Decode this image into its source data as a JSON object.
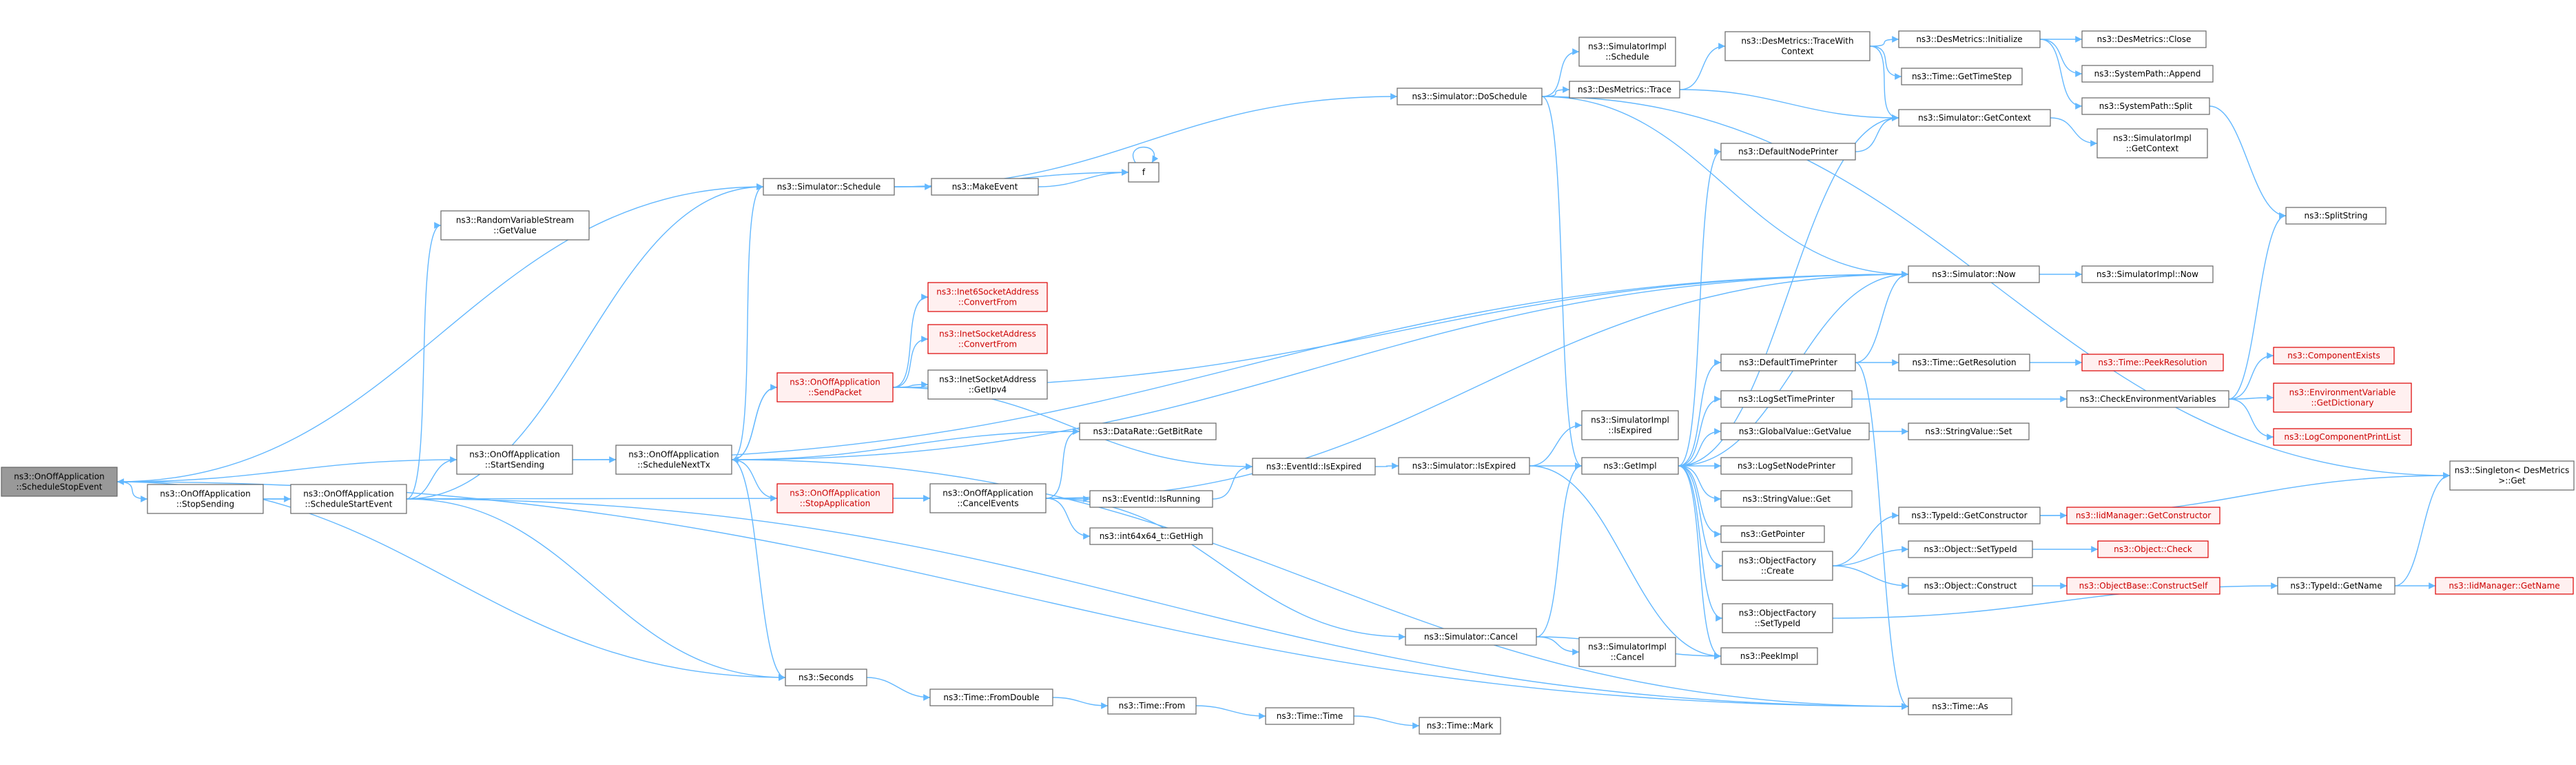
{
  "nodes": [
    {
      "id": "root",
      "lines": [
        "ns3::OnOffApplication",
        "::ScheduleStopEvent"
      ]
    },
    {
      "id": "stopSending",
      "lines": [
        "ns3::OnOffApplication",
        "::StopSending"
      ]
    },
    {
      "id": "scheduleStart",
      "lines": [
        "ns3::OnOffApplication",
        "::ScheduleStartEvent"
      ]
    },
    {
      "id": "rvsGetValue",
      "lines": [
        "ns3::RandomVariableStream",
        "::GetValue"
      ]
    },
    {
      "id": "startSending",
      "lines": [
        "ns3::OnOffApplication",
        "::StartSending"
      ]
    },
    {
      "id": "scheduleNextTx",
      "lines": [
        "ns3::OnOffApplication",
        "::ScheduleNextTx"
      ]
    },
    {
      "id": "sendPacket",
      "lines": [
        "ns3::OnOffApplication",
        "::SendPacket"
      ],
      "red": true
    },
    {
      "id": "stopApplication",
      "lines": [
        "ns3::OnOffApplication",
        "::StopApplication"
      ],
      "red": true
    },
    {
      "id": "cancelEvents",
      "lines": [
        "ns3::OnOffApplication",
        "::CancelEvents"
      ]
    },
    {
      "id": "inet6",
      "lines": [
        "ns3::Inet6SocketAddress",
        "::ConvertFrom"
      ],
      "red": true
    },
    {
      "id": "inetConv",
      "lines": [
        "ns3::InetSocketAddress",
        "::ConvertFrom"
      ],
      "red": true
    },
    {
      "id": "inetIpv4",
      "lines": [
        "ns3::InetSocketAddress",
        "::GetIpv4"
      ]
    },
    {
      "id": "dataRate",
      "lines": [
        "ns3::DataRate::GetBitRate"
      ]
    },
    {
      "id": "eventIsRunning",
      "lines": [
        "ns3::EventId::IsRunning"
      ]
    },
    {
      "id": "int64High",
      "lines": [
        "ns3::int64x64_t::GetHigh"
      ]
    },
    {
      "id": "eventIsExpired",
      "lines": [
        "ns3::EventId::IsExpired"
      ]
    },
    {
      "id": "simSchedule",
      "lines": [
        "ns3::Simulator::Schedule"
      ]
    },
    {
      "id": "makeEvent",
      "lines": [
        "ns3::MakeEvent"
      ]
    },
    {
      "id": "f",
      "lines": [
        "f"
      ]
    },
    {
      "id": "seconds",
      "lines": [
        "ns3::Seconds"
      ]
    },
    {
      "id": "fromDouble",
      "lines": [
        "ns3::Time::FromDouble"
      ]
    },
    {
      "id": "timeFrom",
      "lines": [
        "ns3::Time::From"
      ]
    },
    {
      "id": "timeTime",
      "lines": [
        "ns3::Time::Time"
      ]
    },
    {
      "id": "timeMark",
      "lines": [
        "ns3::Time::Mark"
      ]
    },
    {
      "id": "simDoSchedule",
      "lines": [
        "ns3::Simulator::DoSchedule"
      ]
    },
    {
      "id": "simIsExpired",
      "lines": [
        "ns3::Simulator::IsExpired"
      ]
    },
    {
      "id": "simCancel",
      "lines": [
        "ns3::Simulator::Cancel"
      ]
    },
    {
      "id": "implSchedule",
      "lines": [
        "ns3::SimulatorImpl",
        "::Schedule"
      ]
    },
    {
      "id": "desTrace",
      "lines": [
        "ns3::DesMetrics::Trace"
      ]
    },
    {
      "id": "implIsExpired",
      "lines": [
        "ns3::SimulatorImpl",
        "::IsExpired"
      ]
    },
    {
      "id": "getImpl",
      "lines": [
        "ns3::GetImpl"
      ]
    },
    {
      "id": "implCancel",
      "lines": [
        "ns3::SimulatorImpl",
        "::Cancel"
      ]
    },
    {
      "id": "desTraceWith",
      "lines": [
        "ns3::DesMetrics::TraceWith",
        "Context"
      ]
    },
    {
      "id": "timeStep",
      "lines": [
        "ns3::Time::GetTimeStep"
      ]
    },
    {
      "id": "simGetContext",
      "lines": [
        "ns3::Simulator::GetContext"
      ]
    },
    {
      "id": "defNodePrinter",
      "lines": [
        "ns3::DefaultNodePrinter"
      ]
    },
    {
      "id": "simNow",
      "lines": [
        "ns3::Simulator::Now"
      ]
    },
    {
      "id": "defTimePrinter",
      "lines": [
        "ns3::DefaultTimePrinter"
      ]
    },
    {
      "id": "logSetTime",
      "lines": [
        "ns3::LogSetTimePrinter"
      ]
    },
    {
      "id": "globalGetValue",
      "lines": [
        "ns3::GlobalValue::GetValue"
      ]
    },
    {
      "id": "logSetNode",
      "lines": [
        "ns3::LogSetNodePrinter"
      ]
    },
    {
      "id": "stringGet",
      "lines": [
        "ns3::StringValue::Get"
      ]
    },
    {
      "id": "getPointer",
      "lines": [
        "ns3::GetPointer"
      ]
    },
    {
      "id": "ofCreate",
      "lines": [
        "ns3::ObjectFactory",
        "::Create"
      ]
    },
    {
      "id": "ofSetTypeId",
      "lines": [
        "ns3::ObjectFactory",
        "::SetTypeId"
      ]
    },
    {
      "id": "peekImpl",
      "lines": [
        "ns3::PeekImpl"
      ]
    },
    {
      "id": "timeAs",
      "lines": [
        "ns3::Time::As"
      ]
    },
    {
      "id": "desInit",
      "lines": [
        "ns3::DesMetrics::Initialize"
      ]
    },
    {
      "id": "desClose",
      "lines": [
        "ns3::DesMetrics::Close"
      ]
    },
    {
      "id": "pathAppend",
      "lines": [
        "ns3::SystemPath::Append"
      ]
    },
    {
      "id": "pathSplit",
      "lines": [
        "ns3::SystemPath::Split"
      ]
    },
    {
      "id": "implGetContext",
      "lines": [
        "ns3::SimulatorImpl",
        "::GetContext"
      ]
    },
    {
      "id": "splitString",
      "lines": [
        "ns3::SplitString"
      ]
    },
    {
      "id": "implNow",
      "lines": [
        "ns3::SimulatorImpl::Now"
      ]
    },
    {
      "id": "getResolution",
      "lines": [
        "ns3::Time::GetResolution"
      ]
    },
    {
      "id": "peekResolution",
      "lines": [
        "ns3::Time::PeekResolution"
      ],
      "red": true
    },
    {
      "id": "checkEnv",
      "lines": [
        "ns3::CheckEnvironmentVariables"
      ]
    },
    {
      "id": "compExists",
      "lines": [
        "ns3::ComponentExists"
      ],
      "red": true
    },
    {
      "id": "envDict",
      "lines": [
        "ns3::EnvironmentVariable",
        "::GetDictionary"
      ],
      "red": true
    },
    {
      "id": "logCompList",
      "lines": [
        "ns3::LogComponentPrintList"
      ],
      "red": true
    },
    {
      "id": "stringSet",
      "lines": [
        "ns3::StringValue::Set"
      ]
    },
    {
      "id": "typeIdGetCtor",
      "lines": [
        "ns3::TypeId::GetConstructor"
      ]
    },
    {
      "id": "iidGetCtor",
      "lines": [
        "ns3::IidManager::GetConstructor"
      ],
      "red": true
    },
    {
      "id": "objSetTypeId",
      "lines": [
        "ns3::Object::SetTypeId"
      ]
    },
    {
      "id": "objCheck",
      "lines": [
        "ns3::Object::Check"
      ],
      "red": true
    },
    {
      "id": "objConstruct",
      "lines": [
        "ns3::Object::Construct"
      ]
    },
    {
      "id": "constructSelf",
      "lines": [
        "ns3::ObjectBase::ConstructSelf"
      ],
      "red": true
    },
    {
      "id": "typeIdGetName",
      "lines": [
        "ns3::TypeId::GetName"
      ]
    },
    {
      "id": "iidGetName",
      "lines": [
        "ns3::IidManager::GetName"
      ],
      "red": true
    },
    {
      "id": "singletonGet",
      "lines": [
        "ns3::Singleton< DesMetrics",
        ">::Get"
      ]
    }
  ]
}
